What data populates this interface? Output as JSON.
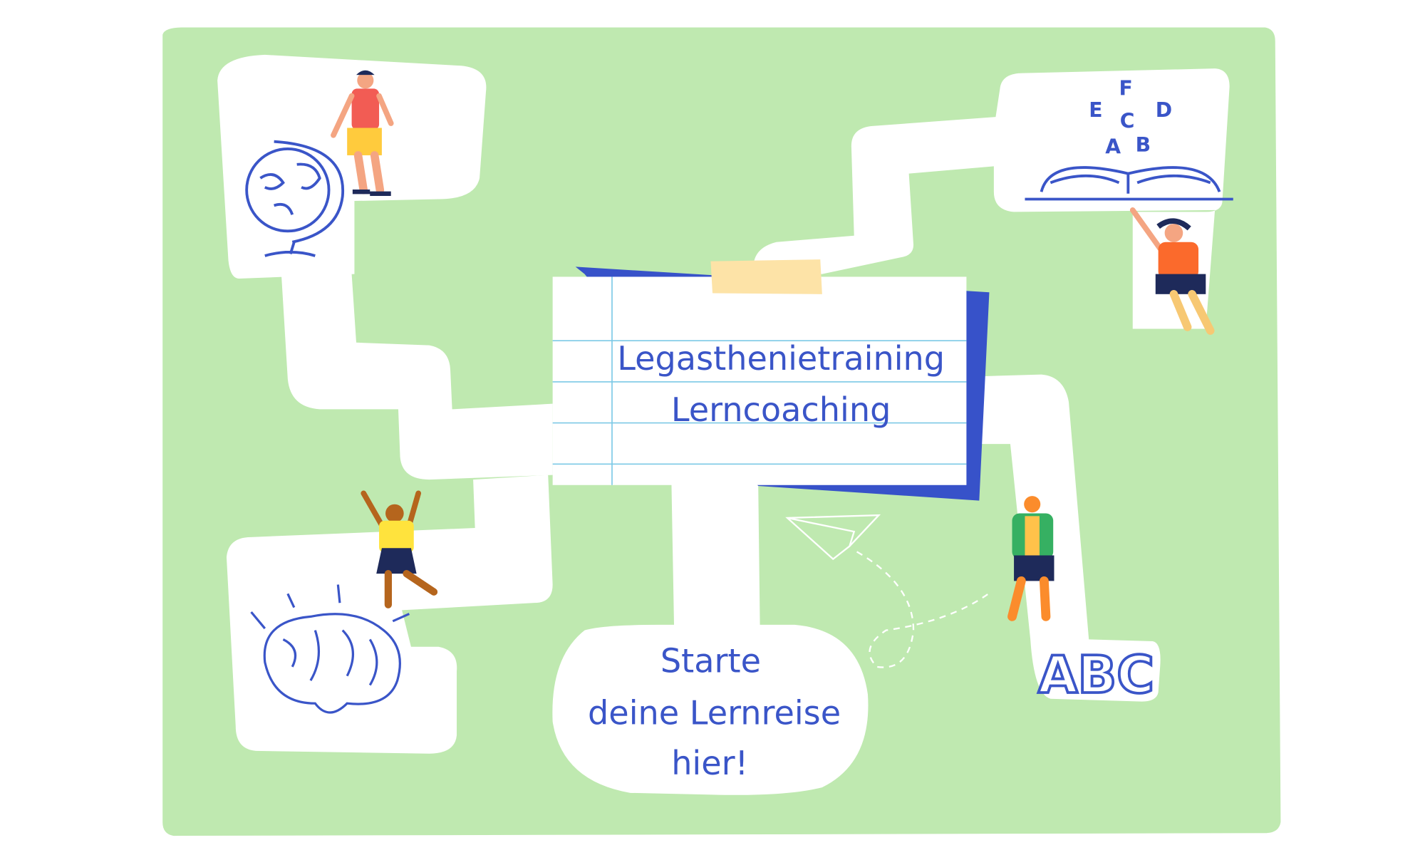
{
  "note": {
    "line1": "Legasthenietraining",
    "line2": "Lerncoaching"
  },
  "bubble": {
    "line1": "Starte",
    "line2": "deine Lernreise",
    "line3": "hier!"
  },
  "book_letters": [
    "F",
    "E",
    "C",
    "D",
    "A",
    "B"
  ],
  "abc_label": "ABC",
  "colors": {
    "background": "#ffffff",
    "map_green": "#bfe9b0",
    "road": "#ffffff",
    "ink_blue": "#3a55c8",
    "note_back": "#3752c9",
    "rule_line": "#7cc9e6",
    "tape": "#fde3a7"
  }
}
